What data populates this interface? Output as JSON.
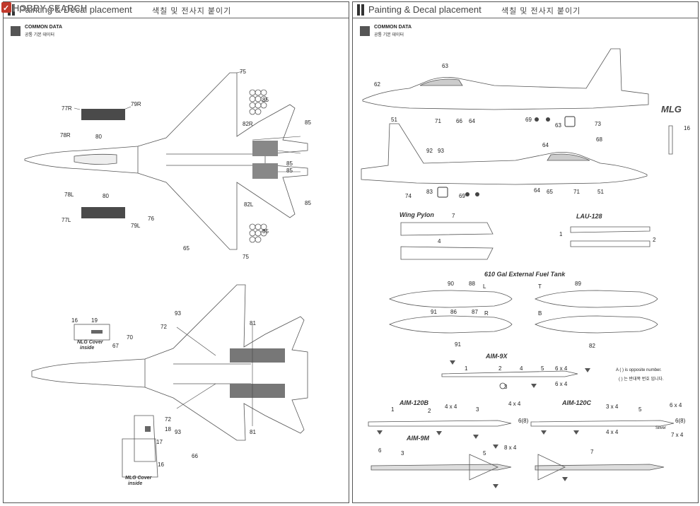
{
  "watermark": "HOBBY SEARCH",
  "left": {
    "header_en": "Painting & Decal placement",
    "header_ko": "색칠 및 전사지 붙이기",
    "common_data": "COMMON DATA",
    "common_data_ko": "공통 기본 데이터",
    "top_view_labels": {
      "l75a": "75",
      "l77R": "77R",
      "l79R": "79R",
      "l78R": "78R",
      "l80a": "80",
      "l85a": "85",
      "l82R": "82R",
      "l85b": "85",
      "l85c": "85",
      "l85d": "85",
      "l78L": "78L",
      "l80b": "80",
      "l77L": "77L",
      "l79L": "79L",
      "l76": "76",
      "l82L": "82L",
      "l85e": "85",
      "l85f": "85",
      "l65": "65",
      "l75b": "75"
    },
    "bottom_view_labels": {
      "l93a": "93",
      "l72a": "72",
      "l81a": "81",
      "l70": "70",
      "l67": "67",
      "l72b": "72",
      "l93b": "93",
      "l81b": "81",
      "l66": "66",
      "l16a": "16",
      "l19": "19",
      "l18": "18",
      "l17": "17",
      "l16b": "16"
    },
    "nlg_cover": "NLG Cover",
    "nlg_inside": "inside",
    "mlg_cover": "MLG Cover",
    "mlg_inside": "inside"
  },
  "right": {
    "header_en": "Painting & Decal placement",
    "header_ko": "색칠 및 전사지 붙이기",
    "common_data": "COMMON DATA",
    "common_data_ko": "공통 기본 데이터",
    "mlg": "MLG",
    "mlg_num": "16",
    "wing_pylon": "Wing Pylon",
    "lau128": "LAU-128",
    "fuel_tank": "610 Gal External Fuel Tank",
    "aim9x": "AIM-9X",
    "aim120b": "AIM-120B",
    "aim120c": "AIM-120C",
    "aim9m": "AIM-9M",
    "opposite_note": "A ( ) is opposite number.",
    "opposite_note_ko": "( ) 는 반대쪽 번호 입니다.",
    "silver": "Silver",
    "side_labels": {
      "s62": "62",
      "s63": "63",
      "s51a": "51",
      "s71a": "71",
      "s66a": "66",
      "s64a": "64",
      "s69a": "69",
      "s63b": "63",
      "s73": "73",
      "s68": "68",
      "s64b": "64",
      "s92": "92",
      "s93": "93",
      "s74": "74",
      "s83": "83",
      "s69b": "69",
      "s64c": "64",
      "s65": "65",
      "s71b": "71",
      "s51b": "51"
    },
    "tank_labels": {
      "t90": "90",
      "t88": "88",
      "tL": "L",
      "tT": "T",
      "t89": "89",
      "t91a": "91",
      "t86": "86",
      "t87": "87",
      "tR": "R",
      "tB": "B",
      "t91b": "91",
      "t82": "82"
    },
    "missile_labels": {
      "m1": "1",
      "m2": "2",
      "m3": "3",
      "m4": "4",
      "m5": "5",
      "m6x4a": "6 x 4",
      "m6x4b": "6 x 4",
      "m4x4a": "4 x 4",
      "m4x4b": "4 x 4",
      "m3x4": "3 x 4",
      "m6x4c": "6 x 4",
      "m4x4c": "4 x 4",
      "m7x4": "7 x 4",
      "m6": "6",
      "m6b": "6(8)",
      "m6c": "6(8)",
      "m8x4": "8 x 4",
      "m7": "7",
      "m3b": "3",
      "m2b": "2",
      "m1b": "1",
      "m5b": "5",
      "m3c": "3"
    },
    "pylon_labels": {
      "p7": "7",
      "p4": "4",
      "p1": "1",
      "p2": "2"
    }
  },
  "colors": {
    "dark_gray": "#4a4a4a",
    "light_gray": "#d8d8d8",
    "line": "#333333"
  }
}
